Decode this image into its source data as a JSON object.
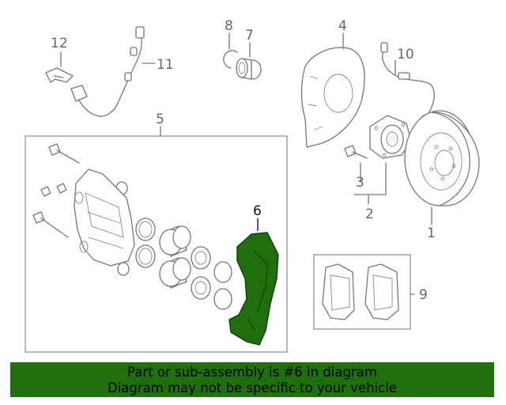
{
  "callouts": {
    "c1": "1",
    "c2": "2",
    "c3": "3",
    "c4": "4",
    "c5": "5",
    "c6": "6",
    "c7": "7",
    "c8": "8",
    "c9": "9",
    "c10": "10",
    "c11": "11",
    "c12": "12"
  },
  "highlight_color": "#1f6f0f",
  "banner": {
    "line1": "Part or sub-assembly is #6 in diagram",
    "line2": "Diagram may not be specific to your vehicle"
  }
}
